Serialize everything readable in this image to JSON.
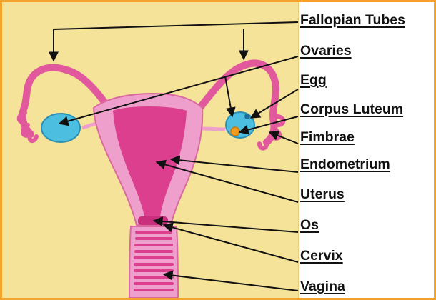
{
  "labels": {
    "fallopian_tubes": "Fallopian Tubes",
    "ovaries": "Ovaries",
    "egg": "Egg",
    "corpus_luteum": "Corpus Luteum",
    "fimbrae": "Fimbrae",
    "endometrium": "Endometrium",
    "uterus": "Uterus",
    "os": "Os",
    "cervix": "Cervix",
    "vagina": "Vagina"
  },
  "colors": {
    "background": "#f6e39a",
    "frame": "#f3a32a",
    "uterus_outer": "#ef9fcb",
    "endometrium": "#dc3f8e",
    "tube": "#e2589d",
    "ovary": "#4cbfe0",
    "corpus_luteum": "#f29a1c",
    "pointer": "#111111"
  }
}
